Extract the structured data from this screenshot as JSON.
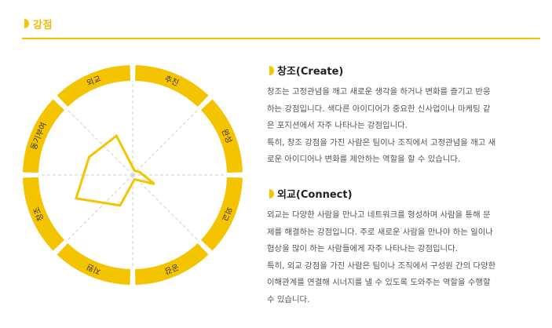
{
  "header": {
    "title": "강점"
  },
  "colors": {
    "accent": "#f5c400",
    "text": "#333333",
    "muted": "#555555"
  },
  "radar": {
    "labels": [
      "추진",
      "완성",
      "외교",
      "공감",
      "지원",
      "창조",
      "동기부여",
      "외교"
    ],
    "values": [
      0.05,
      0.08,
      0.25,
      0.05,
      0.35,
      0.65,
      0.5,
      0.45
    ]
  },
  "sections": [
    {
      "title": "창조(Create)",
      "lines": [
        "창조는 고정관념을 깨고 새로운 생각을 하거나 변화를 즐기고 반응",
        "하는 강점입니다. 색다른 아이디어가 중요한 신사업이나 마케팅 같",
        "은 포지션에서 자주 나타나는 강점입니다.",
        "특히, 창조 강점을 가진 사람은 팀이나 조직에서 고정관념을 깨고 새",
        "로운 아이디어나 변화를 제안하는 역할을 할 수 있습니다."
      ]
    },
    {
      "title": "외교(Connect)",
      "lines": [
        "외교는 다양한 사람을 만나고 네트워크를 형성하며 사람을 통해 문",
        "제를 해결하는 강점입니다. 주로 새로운 사람을 만나야 하는 일이나",
        "협상을 많이 하는 사람들에게 자주 나타나는 강점입니다.",
        "특히, 외교 강점을 가진 사람은 팀이나 조직에서 구성원 간의 다양한",
        "이해관계를 연결해 시너지를 낼 수 있도록 도와주는 역할을 수행할",
        "수 있습니다."
      ]
    }
  ]
}
